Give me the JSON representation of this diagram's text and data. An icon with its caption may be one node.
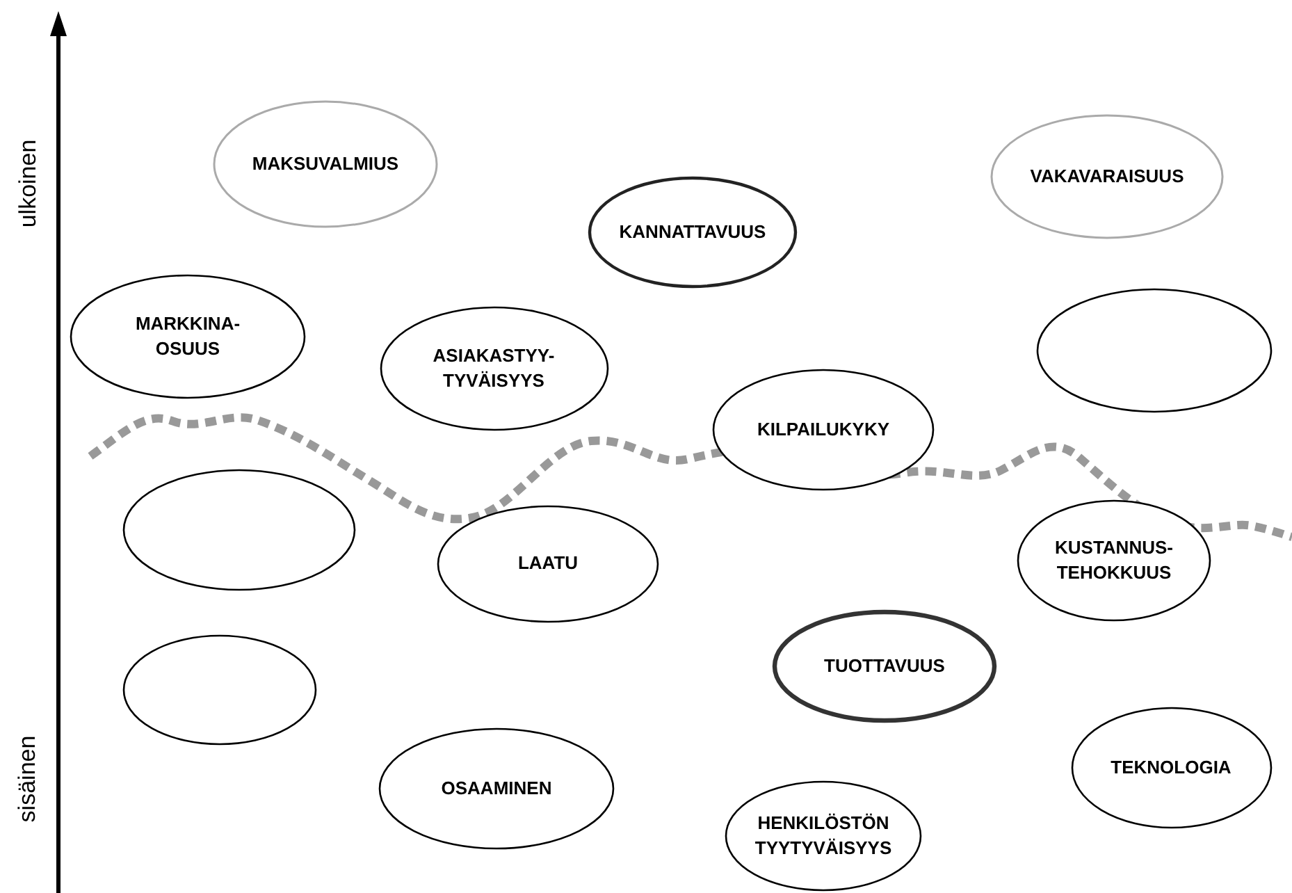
{
  "diagram": {
    "nodes": [
      {
        "text": [
          "MAKSUVALMIUS"
        ]
      },
      {
        "text": [
          "KANNATTAVUUS"
        ]
      },
      {
        "text": [
          "VAKAVARAISUUS"
        ]
      },
      {
        "text": [
          "MARKKINA- OSUUS"
        ]
      },
      {
        "text": [
          "ASIAKASTYY- TYVÄISYYS"
        ]
      },
      {
        "text": [],
        "shape": "ellipse"
      },
      {
        "text": [
          "KILPAILUKYKY"
        ]
      },
      {
        "text": [],
        "shape": "ellipse"
      },
      {
        "text": [
          "LAATU"
        ]
      },
      {
        "text": [
          "KUSTANNUS- TEHOKKUUS"
        ]
      },
      {
        "text": [],
        "shape": "ellipse"
      },
      {
        "text": [
          "TUOTTAVUUS"
        ]
      },
      {
        "text": [
          "OSAAMINEN"
        ]
      },
      {
        "text": [
          "TEKNOLOGIA"
        ]
      },
      {
        "text": [
          "HENKILÖSTÖN TYYTYVÄISYYS"
        ]
      }
    ],
    "edges": [],
    "labels": [
      "ulkoinen",
      "sisäinen"
    ]
  }
}
